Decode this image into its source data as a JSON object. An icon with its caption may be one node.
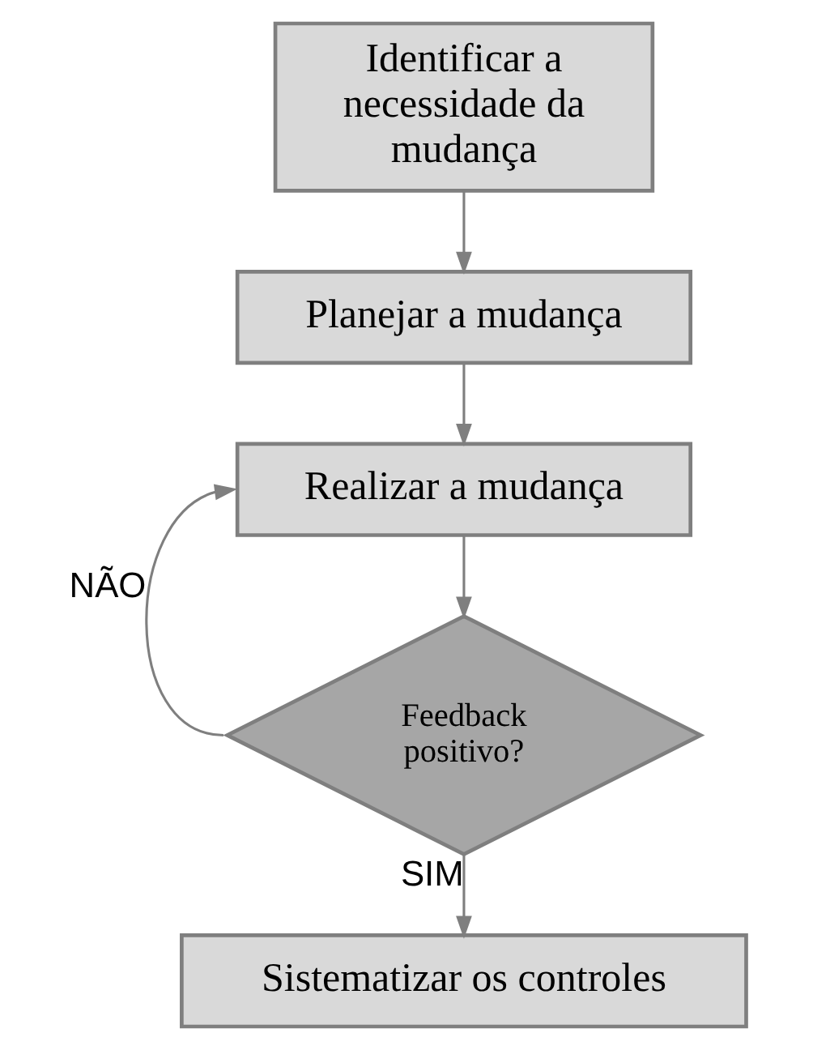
{
  "diagram": {
    "nodes": [
      {
        "text": [
          "Identificar a necessidade da mudança"
        ]
      },
      {
        "text": [
          "Planejar a mudança"
        ]
      },
      {
        "text": [
          "Realizar a mudança"
        ]
      },
      {
        "text": [
          "Feedback positivo?"
        ]
      },
      {
        "text": [
          "Sistematizar os controles"
        ]
      }
    ],
    "edges": [
      {
        "from": 0,
        "to": 1,
        "arrow": "to"
      },
      {
        "from": 1,
        "to": 2,
        "arrow": "to"
      },
      {
        "from": 2,
        "to": 3,
        "arrow": "to"
      },
      {
        "from": 3,
        "to": 2,
        "arrow": "to",
        "label": "NÃO"
      },
      {
        "from": 3,
        "to": 4,
        "arrow": "to",
        "label": "SIM"
      }
    ]
  }
}
